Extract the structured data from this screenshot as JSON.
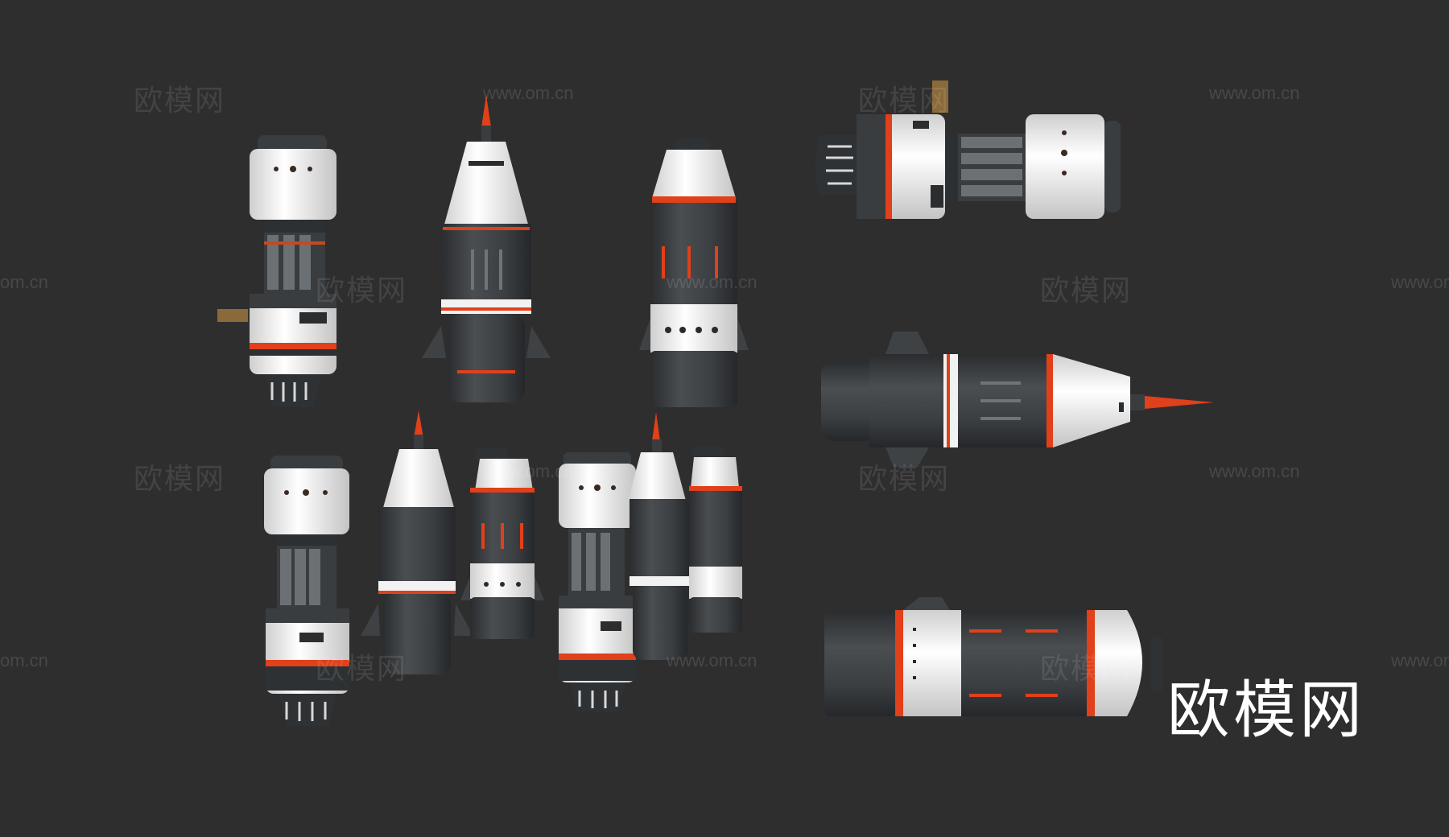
{
  "watermark": {
    "cn": "欧模网",
    "url": "www.om.cn",
    "url_short": "om.cn",
    "url_left": "www.om."
  },
  "brand_logo": "欧模网",
  "colors": {
    "background": "#2e2e2f",
    "hull_dark": "#3c4042",
    "hull_white": "#f1f1f1",
    "accent_orange": "#e0401a"
  }
}
